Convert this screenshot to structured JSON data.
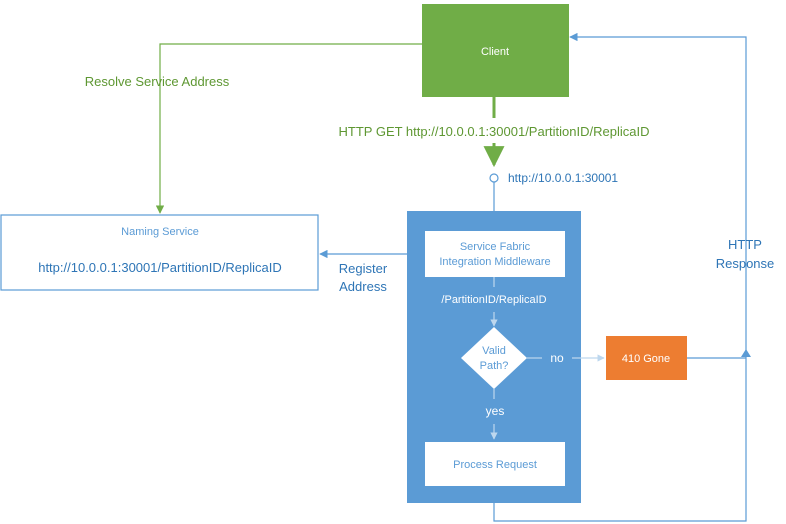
{
  "nodes": {
    "client": {
      "label": "Client"
    },
    "naming_service": {
      "title": "Naming Service",
      "address": "http://10.0.0.1:30001/PartitionID/ReplicaID"
    },
    "middleware": {
      "line1": "Service Fabric",
      "line2": "Integration Middleware"
    },
    "decision": {
      "line1": "Valid",
      "line2": "Path?"
    },
    "gone": {
      "label": "410 Gone"
    },
    "process": {
      "label": "Process Request"
    }
  },
  "edges": {
    "resolve": {
      "label": "Resolve Service Address"
    },
    "http_get": {
      "label": "HTTP GET http://10.0.0.1:30001/PartitionID/ReplicaID"
    },
    "listen": {
      "label": "http://10.0.0.1:30001"
    },
    "register": {
      "line1": "Register",
      "line2": "Address"
    },
    "path": {
      "label": "/PartitionID/ReplicaID"
    },
    "no": {
      "label": "no"
    },
    "yes": {
      "label": "yes"
    },
    "response": {
      "line1": "HTTP",
      "line2": "Response"
    }
  },
  "colors": {
    "green": "#70ad47",
    "green_text": "#5e9732",
    "blue": "#5b9bd5",
    "blue_text": "#2e75b6",
    "orange": "#ed7d31",
    "white": "#ffffff"
  }
}
